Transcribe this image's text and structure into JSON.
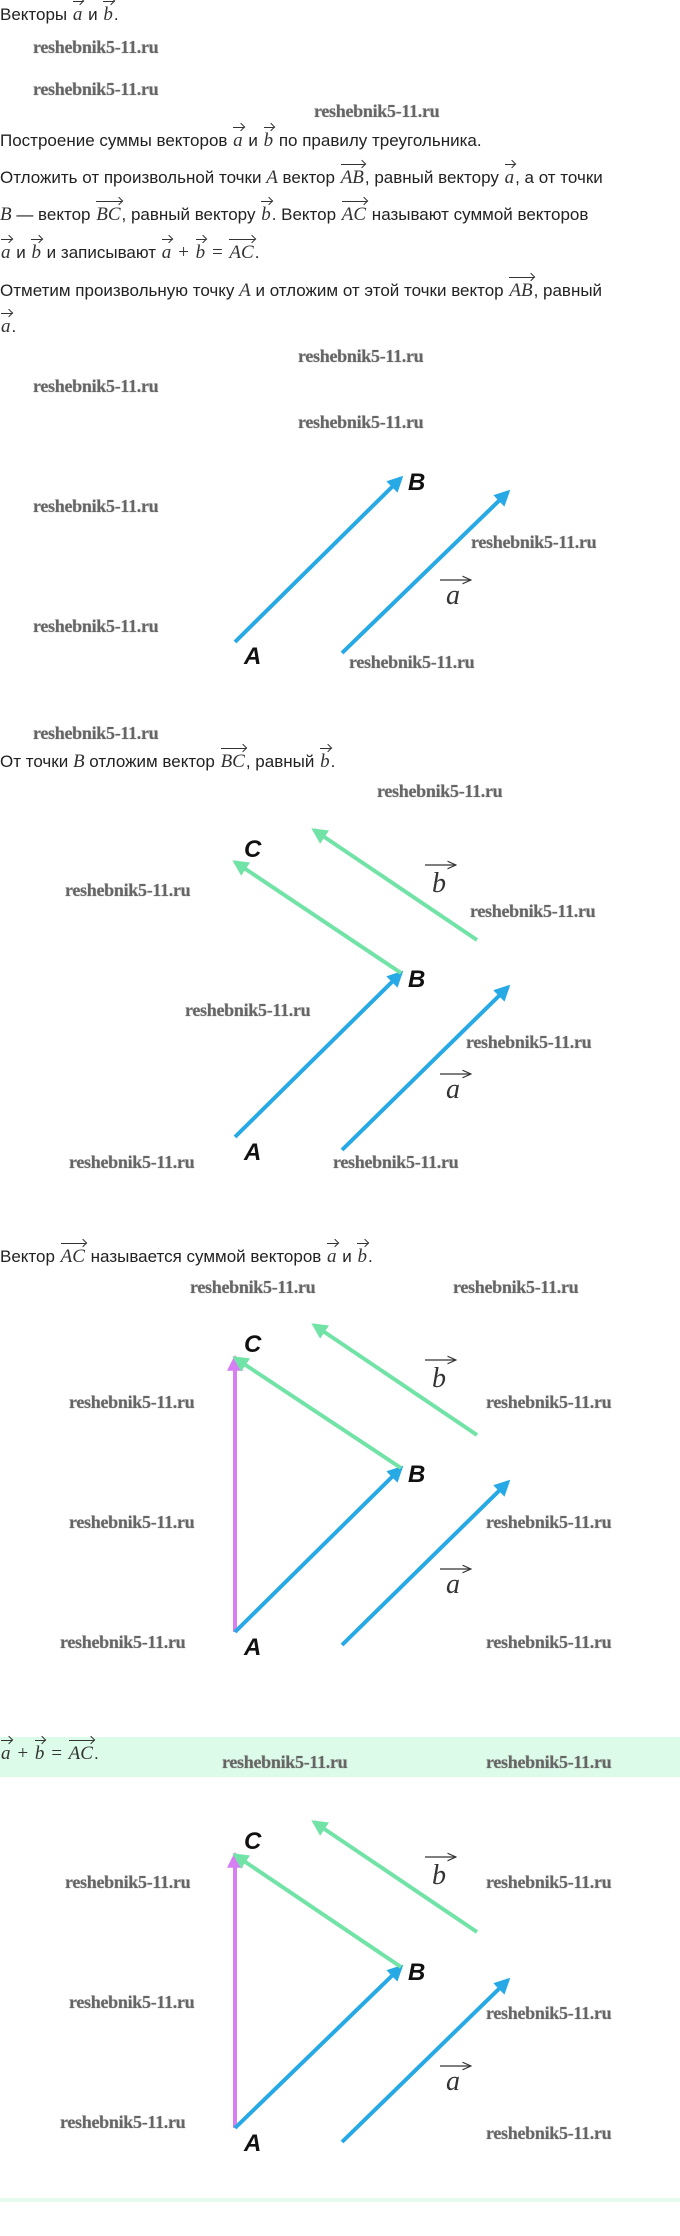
{
  "watermark": "reshebnik5-11.ru",
  "colors": {
    "vector_a": "#27a9e6",
    "vector_b": "#72e3a6",
    "vector_sum": "#d77ff2",
    "highlight": "#dcfbe8"
  },
  "lines": [
    [
      "Векторы ",
      "a",
      " и ",
      "b",
      "."
    ],
    [
      "Построение суммы векторов ",
      "a",
      " и ",
      "b",
      " по правилу треугольника."
    ],
    [
      "Отложить от произвольной точки ",
      "A",
      " вектор ",
      "AB",
      ", равный вектору ",
      "a",
      ", а от точки"
    ],
    [
      "B",
      " — вектор ",
      "BC",
      ", равный вектору ",
      "b",
      ". Вектор ",
      "AC",
      " называют суммой векторов"
    ],
    [
      "a",
      " и ",
      "b",
      " и записывают ",
      "a",
      " + ",
      "b",
      " = ",
      "AC",
      "."
    ],
    [
      "Отметим произвольную точку ",
      "A",
      " и отложим от этой точки вектор ",
      "AB",
      ", равный"
    ],
    [
      "a",
      "."
    ],
    [
      "От точки ",
      "B",
      " отложим вектор ",
      "BC",
      ", равный ",
      "b",
      "."
    ],
    [
      "Вектор ",
      "AC",
      " называется суммой векторов ",
      "a",
      " и ",
      "b",
      "."
    ],
    [
      "a",
      " + ",
      "b",
      " = ",
      "AC",
      "."
    ]
  ],
  "diagram": {
    "point_a": "A",
    "point_b": "B",
    "point_c": "C",
    "vec_a": "a",
    "vec_b": "b"
  }
}
